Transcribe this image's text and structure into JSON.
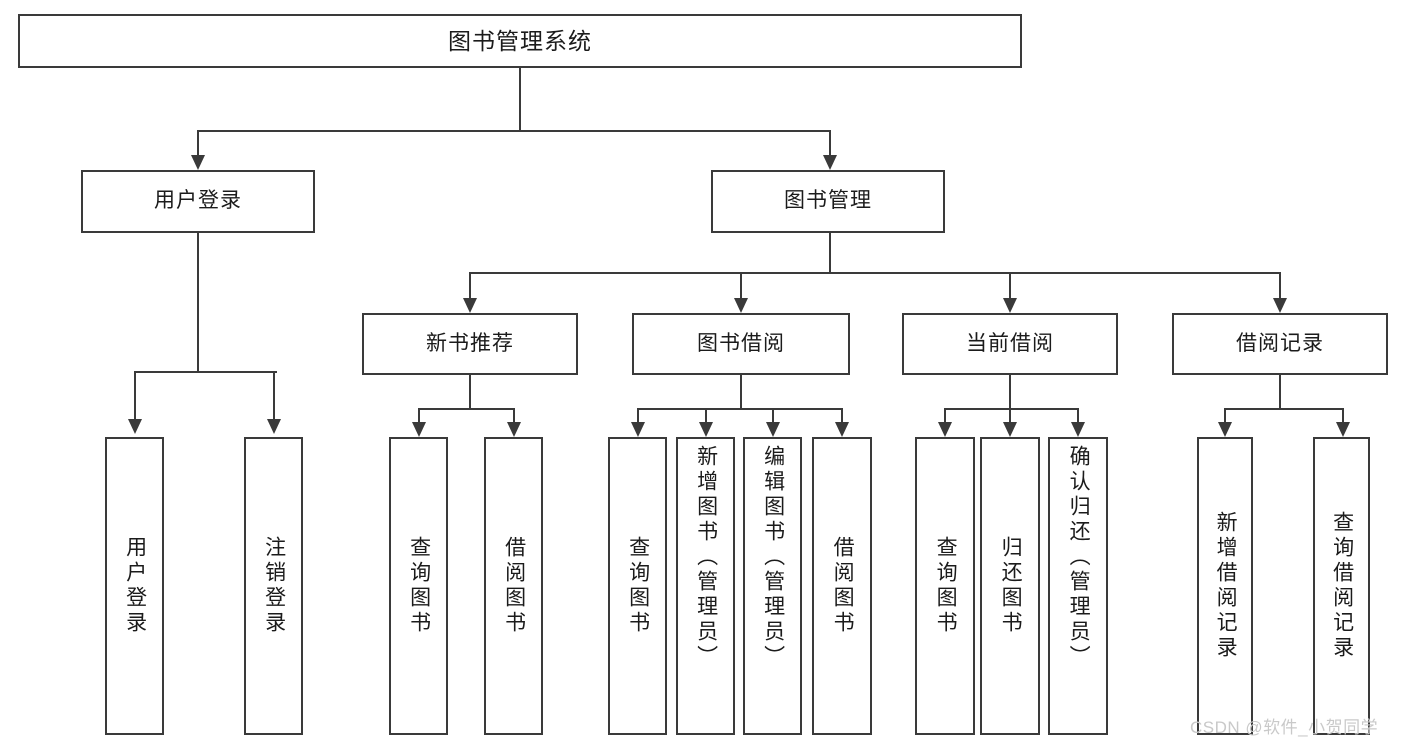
{
  "diagram": {
    "title": "图书管理系统",
    "type": "tree-hierarchy-diagram",
    "root": {
      "label": "图书管理系统"
    },
    "level2": [
      {
        "label": "用户登录"
      },
      {
        "label": "图书管理"
      }
    ],
    "level3": [
      {
        "label": "新书推荐"
      },
      {
        "label": "图书借阅"
      },
      {
        "label": "当前借阅"
      },
      {
        "label": "借阅记录"
      }
    ],
    "leaves": {
      "user_login": [
        {
          "label": "用户登录"
        },
        {
          "label": "注销登录"
        }
      ],
      "new_book_recommend": [
        {
          "label": "查询图书"
        },
        {
          "label": "借阅图书"
        }
      ],
      "book_borrow": [
        {
          "label": "查询图书"
        },
        {
          "label": "新增图书（管理员）"
        },
        {
          "label": "编辑图书（管理员）"
        },
        {
          "label": "借阅图书"
        }
      ],
      "current_borrow": [
        {
          "label": "查询图书"
        },
        {
          "label": "归还图书"
        },
        {
          "label": "确认归还（管理员）"
        }
      ],
      "borrow_record": [
        {
          "label": "新增借阅记录"
        },
        {
          "label": "查询借阅记录"
        }
      ]
    }
  },
  "watermark": {
    "text": "CSDN @软件_小贺同学"
  },
  "colors": {
    "stroke": "#3a3a3a",
    "text": "#1b1b1b",
    "background": "#ffffff",
    "watermark": "#c9c9c9"
  }
}
